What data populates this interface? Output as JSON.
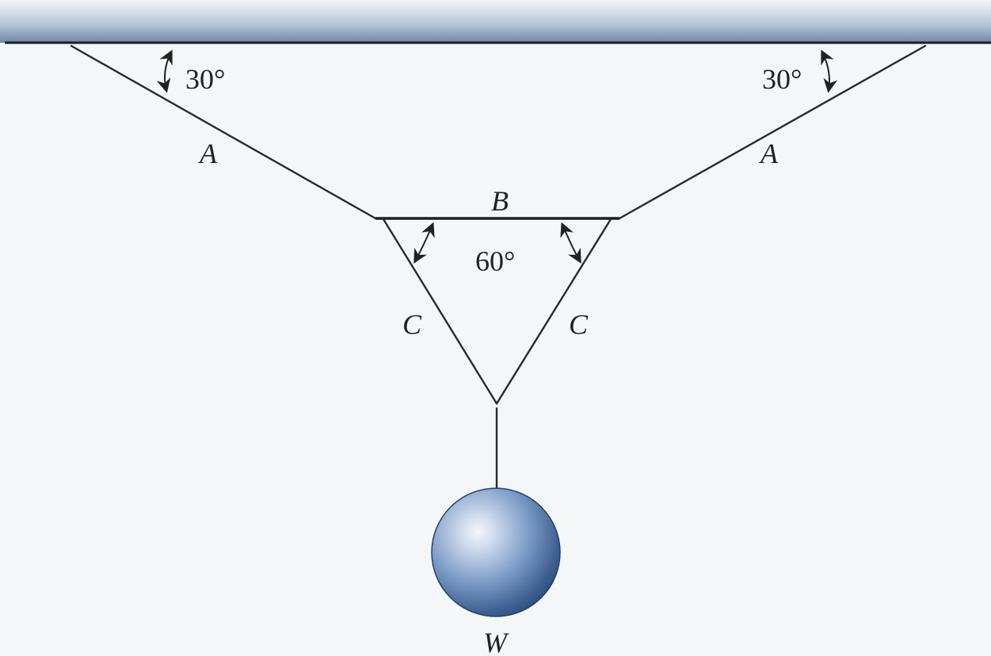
{
  "figure": {
    "angle_top_left": "30°",
    "angle_top_right": "30°",
    "angle_middle": "60°",
    "cable_left": "A",
    "cable_right": "A",
    "cable_bar": "B",
    "cable_lower_left": "C",
    "cable_lower_right": "C",
    "weight": "W"
  },
  "colors": {
    "background": "#f4f6f8",
    "ceiling": "#8fa6c2",
    "cable": "#2a2a2a",
    "sphere_light": "#e9eef6",
    "sphere_mid": "#7d9cc8",
    "sphere_dark": "#2d4e7e"
  }
}
